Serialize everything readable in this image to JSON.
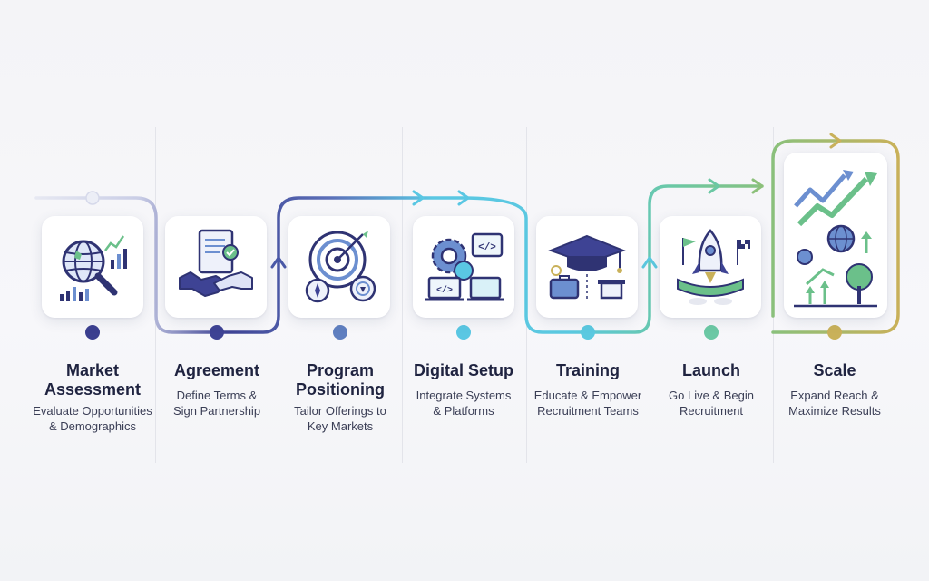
{
  "steps": [
    {
      "title_line1": "Market",
      "title_line2": "Assessment",
      "desc_line1": "Evaluate Opportunities",
      "desc_line2": "& Demographics",
      "color": "#3b3f8f"
    },
    {
      "title_line1": "Agreement",
      "title_line2": "",
      "desc_line1": "Define Terms &",
      "desc_line2": "Sign Partnership",
      "color": "#3e4394"
    },
    {
      "title_line1": "Program",
      "title_line2": "Positioning",
      "desc_line1": "Tailor Offerings to",
      "desc_line2": "Key Markets",
      "color": "#5f7fc0"
    },
    {
      "title_line1": "Digital Setup",
      "title_line2": "",
      "desc_line1": "Integrate Systems",
      "desc_line2": "& Platforms",
      "color": "#5ac7e3"
    },
    {
      "title_line1": "Training",
      "title_line2": "",
      "desc_line1": "Educate & Empower",
      "desc_line2": "Recruitment Teams",
      "color": "#5bc9e0"
    },
    {
      "title_line1": "Launch",
      "title_line2": "",
      "desc_line1": "Go Live & Begin",
      "desc_line2": "Recruitment",
      "color": "#6bc8a4"
    },
    {
      "title_line1": "Scale",
      "title_line2": "",
      "desc_line1": "Expand Reach &",
      "desc_line2": "Maximize Results",
      "color": "#c9b15a"
    }
  ],
  "colors": {
    "navy": "#2f3373",
    "indigo": "#3e4394",
    "blue": "#6c8fd0",
    "cyan": "#5ac7e3",
    "green": "#6bc08a",
    "gold": "#c9b15a"
  },
  "icons": [
    "globe-magnifier-icon",
    "handshake-contract-icon",
    "target-compass-icon",
    "gears-code-icon",
    "graduation-cap-icon",
    "rocket-flag-icon",
    "growth-arrows-tree-icon"
  ]
}
